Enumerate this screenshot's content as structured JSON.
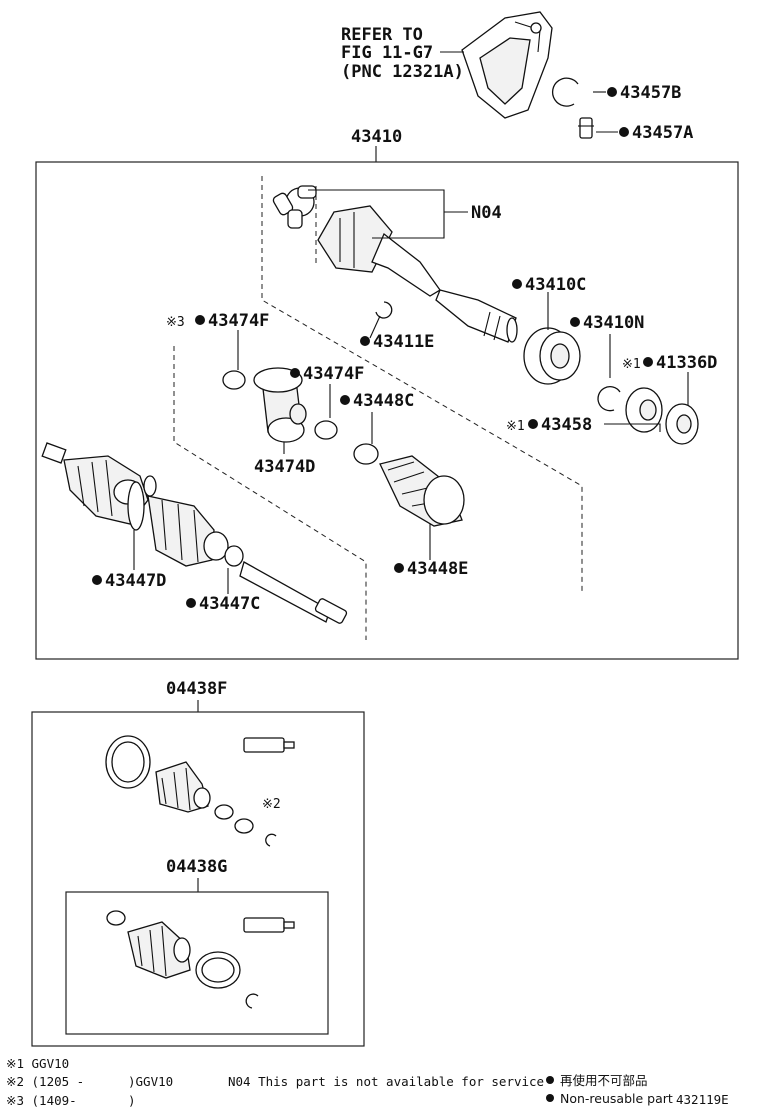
{
  "refer": {
    "line1": "REFER TO",
    "line2": "FIG 11-G7",
    "line3": "(PNC 12321A)"
  },
  "labels": {
    "p43457B": "43457B",
    "p43457A": "43457A",
    "p43410": "43410",
    "pN04": "N04",
    "p43410C": "43410C",
    "p43474F_a": "43474F",
    "p43411E": "43411E",
    "p43410N": "43410N",
    "p41336D": "41336D",
    "p43474F_b": "43474F",
    "p43448C": "43448C",
    "p43458": "43458",
    "p43474D": "43474D",
    "p43448E": "43448E",
    "p43447D": "43447D",
    "p43447C": "43447C",
    "p04438F": "04438F",
    "p04438G": "04438G"
  },
  "marks": {
    "m1": "※1",
    "m2": "※2",
    "m3": "※3",
    "m1b": "※1"
  },
  "footnotes": {
    "n1": "※1 GGV10",
    "n2a": "※2 (1205 -",
    "n2b": ")GGV10",
    "n3a": "※3 (1409-",
    "n3b": ")",
    "service": "N04 This part is not available for service",
    "legend_jp": "再使用不可部品",
    "legend_en": "Non-reusable part",
    "fig_id": "432119E"
  }
}
